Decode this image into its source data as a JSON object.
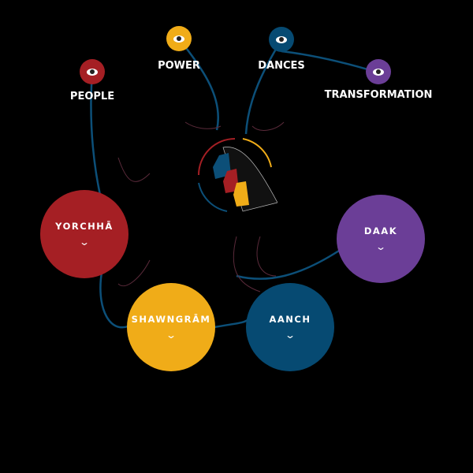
{
  "themes": [
    {
      "label": "PEOPLE",
      "color": "#a51f24",
      "icon": "eye-icon"
    },
    {
      "label": "POWER",
      "color": "#f0ac18",
      "icon": "eye-icon"
    },
    {
      "label": "DANCES",
      "color": "#064a72",
      "icon": "eye-icon"
    },
    {
      "label": "TRANSFORMATION",
      "color": "#6b3e97",
      "icon": "eye-icon"
    }
  ],
  "sections": [
    {
      "label": "YORCHHĀ",
      "color": "#a51f24",
      "icon": "chevron-down-icon",
      "chevron": "⌄"
    },
    {
      "label": "DAAK",
      "color": "#6b3e97",
      "icon": "chevron-down-icon",
      "chevron": "⌄"
    },
    {
      "label": "SHAWNGRĀM",
      "color": "#f0ac18",
      "icon": "chevron-down-icon",
      "chevron": "⌄"
    },
    {
      "label": "AANCH",
      "color": "#064a72",
      "icon": "chevron-down-icon",
      "chevron": "⌄"
    }
  ]
}
